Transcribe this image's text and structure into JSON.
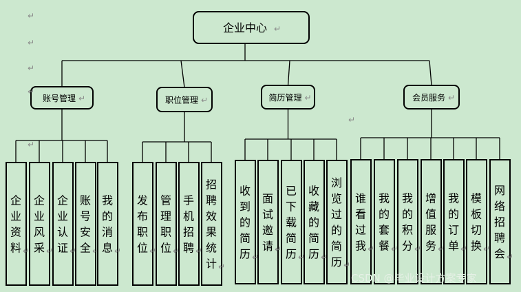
{
  "root": {
    "label": "企业中心"
  },
  "categories": [
    {
      "label": "账号管理",
      "leaves": [
        "企业资料",
        "企业风采",
        "企业认证",
        "账号安全",
        "我的消息"
      ]
    },
    {
      "label": "职位管理",
      "leaves": [
        "发布职位",
        "管理职位",
        "手机招聘",
        "招聘效果统计"
      ]
    },
    {
      "label": "简历管理",
      "leaves": [
        "收到的简历",
        "面试邀请",
        "已下载简历",
        "收藏的简历",
        "浏览过的简历"
      ]
    },
    {
      "label": "会员服务",
      "leaves": [
        "谁看过我",
        "我的套餐",
        "我的积分",
        "增值服务",
        "我的订单",
        "模板切换",
        "网络招聘会"
      ]
    }
  ],
  "paragraph_mark": "↵",
  "watermark": "CSDN @毕业设计方案专家"
}
